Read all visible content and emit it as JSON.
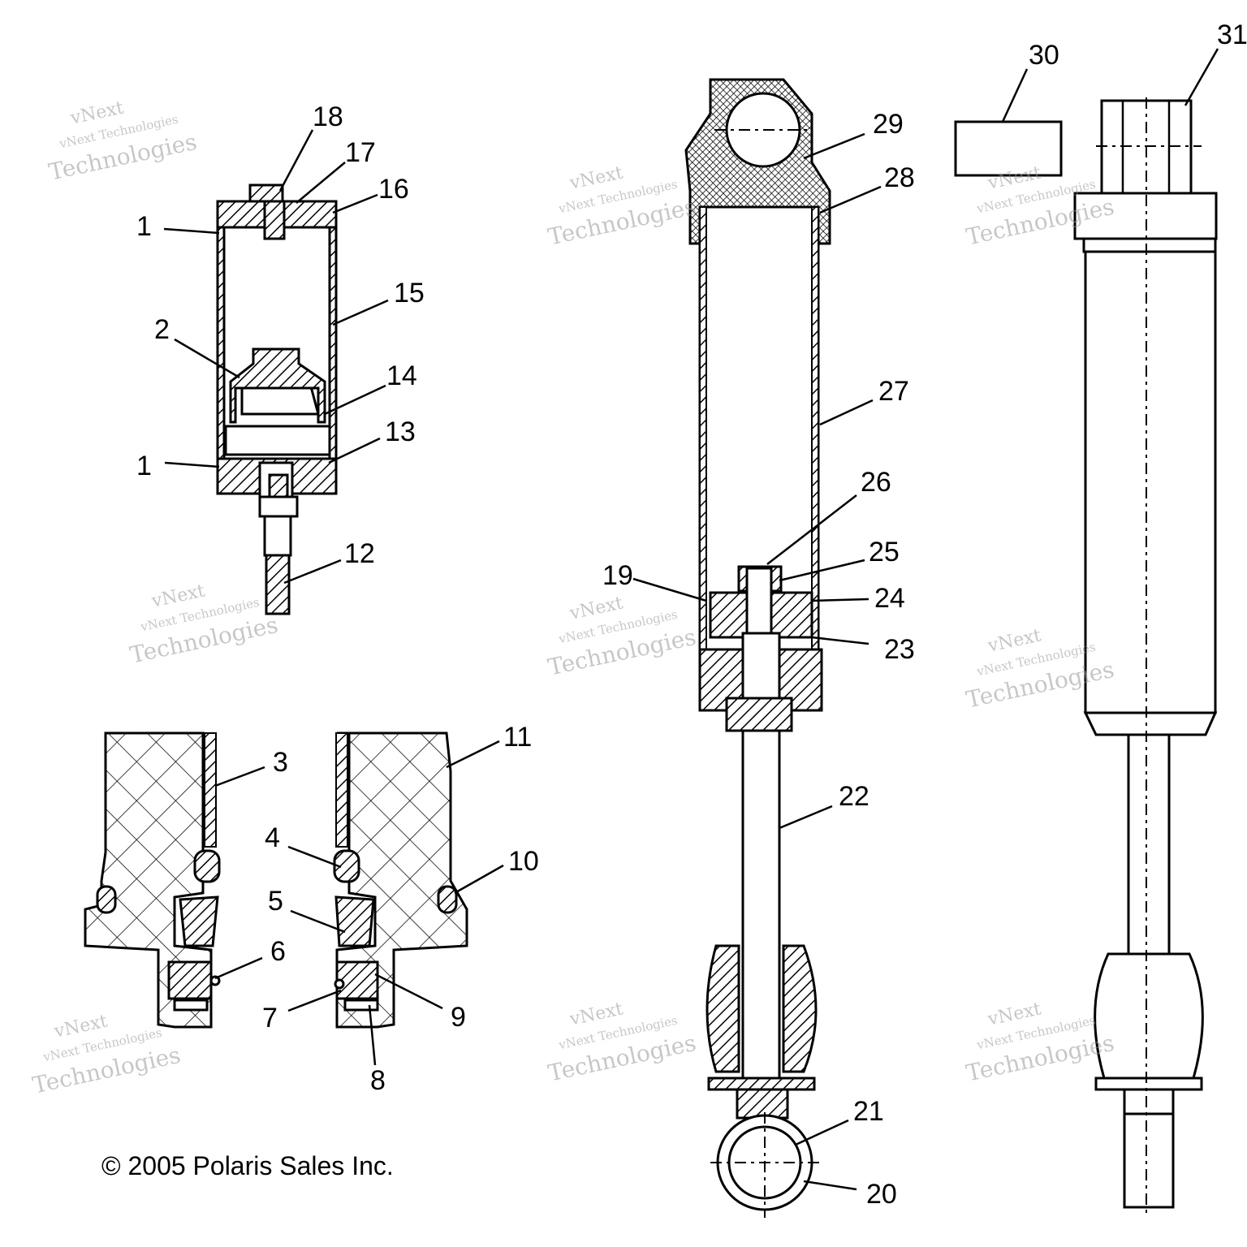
{
  "callouts": [
    "18",
    "17",
    "16",
    "1",
    "15",
    "2",
    "14",
    "13",
    "1",
    "12",
    "11",
    "3",
    "4",
    "10",
    "5",
    "6",
    "7",
    "9",
    "8",
    "29",
    "28",
    "30",
    "31",
    "27",
    "26",
    "25",
    "19",
    "24",
    "23",
    "22",
    "21",
    "20"
  ],
  "watermark": {
    "line1": "vNext",
    "line2": "vNext Technologies",
    "line3": "Technologies"
  },
  "copyright": "© 2005 Polaris Sales Inc."
}
